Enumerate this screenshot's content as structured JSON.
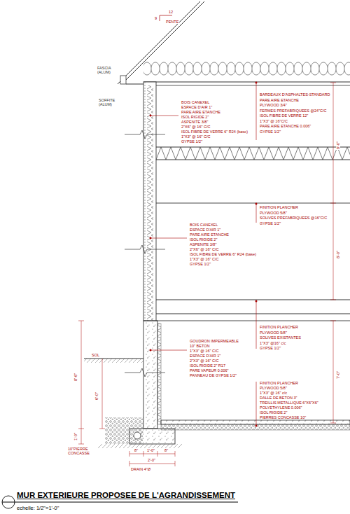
{
  "diagram": {
    "title": "MUR EXTERIEURE PROPOSEE DE L'AGRANDISSEMENT",
    "caption": "echelle: 1/2\"=1'-0\"",
    "labels": [
      "12",
      "9",
      "PENTE",
      "FASCIA (ALUM)",
      "SOFFITE (ALUM)",
      "BARDEAUX D'ASPHALTES-STANDARD",
      "PARE AIRE ETANCHE",
      "PLYWOOD 3/4\"",
      "FERMES PREFABRIQUEES @24\"C/C",
      "ISOL FIBRE DE VERRE 12\"",
      "1\"X3\" @ 16\"C/C",
      "PARE AIRE ETANCHE 0.006\"",
      "GYPSE 1/2\"",
      "BOIS CANEXEL",
      "ESPACE D'AIR 1\"",
      "PARE AIRE ETANCHE",
      "ISOL RIGIDE 2\"",
      "ASPENITE 3/8\"",
      "2\"X6\" @ 16\" C/C",
      "ISOL FIBRE DE VERRE 6\" R24 (base)",
      "1\"X3\" @ 16\" C/C",
      "GYPSE 1/2\"",
      "FINITION PLANCHER",
      "PLYWOOD 5/8\"",
      "SOLIVES PREFABRIQUEES @16\"C/C",
      "GYPSE 1/2\"",
      "BOIS CANEXEL",
      "ESPACE D'AIR 1\"",
      "PARE AIRE ETANCHE",
      "ISOL RIGIDE 2\"",
      "ASPENITE 3/8\"",
      "2\"X6\" @ 16\" C/C",
      "ISOL FIBRE DE VERRE 6\" R24 (base)",
      "1\"X3\" @ 16\" C/C",
      "GYPSE 1/2\"",
      "FINITION PLANCHER",
      "PLYWOOD 5/8\"",
      "SOLIVES EXISTANTES",
      "1\"X3\" @16\" c/c",
      "GYPSE 1/2\"",
      "GOUDRON IMPERMEABLE",
      "10\" BETON",
      "1\"X3\" @ 16\" C/C",
      "ESPACE D'AIR 1\"",
      "2\"X3\" @ 16\" C/C",
      "ISOL RIGIDE 2\" R17",
      "PARE VAPEUR 0.006\"",
      "PANNEAU DE GYPSE 1/2\"",
      "FINITION PLANCHER",
      "PLYWOOD 5/8\"",
      "1\"X3\" @ 16\" c/c",
      "DALLE DE BETON 3\"",
      "TREILLIS METALLIQUE 6\"X6\"X6\"",
      "POLYETHYLENE 0.006\"",
      "ISOL RIGIDE 2\"",
      "PIERRES CONCASSE 10\"",
      "SOL",
      "8'-0\"",
      "8'-0\"",
      "7'-0\"",
      "8'-6\"",
      "6'-0\"",
      "1'-0\"",
      "10\"PIERRE CONCASSE",
      "DRAIN 4\"Ø",
      "8\"",
      "1'-0\"",
      "8\"",
      "2'-0\""
    ]
  }
}
